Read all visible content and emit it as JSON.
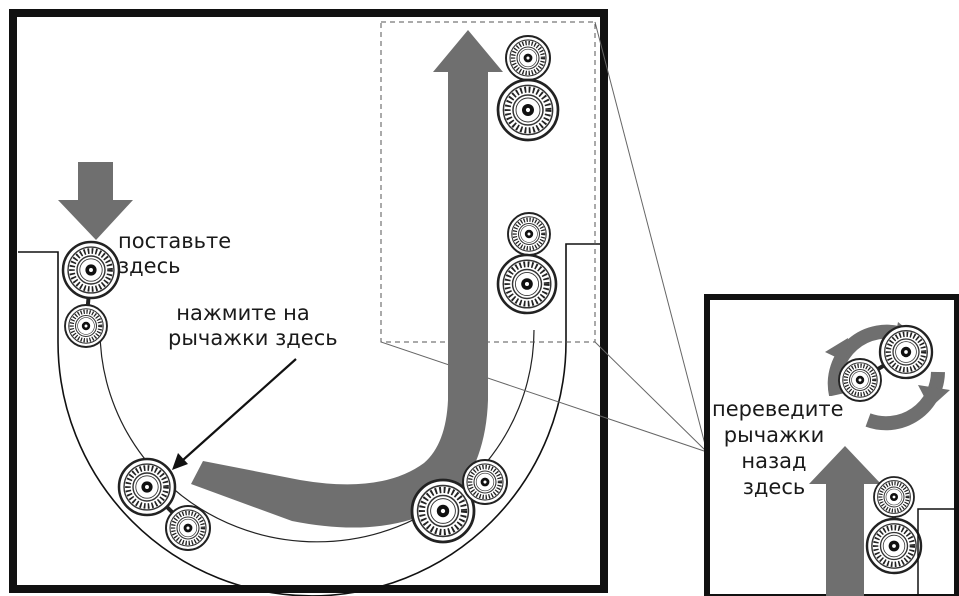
{
  "labels": {
    "place_here_line1": "поставьте",
    "place_here_line2": "здесь",
    "press_levers_line1": "нажмите на",
    "press_levers_line2": "рычажки здесь",
    "return_levers_line1": "переведите",
    "return_levers_line2": "рычажки",
    "return_levers_line3": "назад",
    "return_levers_line4": "здесь"
  },
  "colors": {
    "frame": "#111111",
    "arrow_fill": "#6f6f6f",
    "background": "#ffffff",
    "reel_outline": "#222222"
  },
  "icons": [
    "down-arrow-icon",
    "u-turn-arrow-icon",
    "up-arrow-icon",
    "rotate-arrows-icon",
    "reel-pair-icon",
    "pointer-arrow-icon"
  ]
}
